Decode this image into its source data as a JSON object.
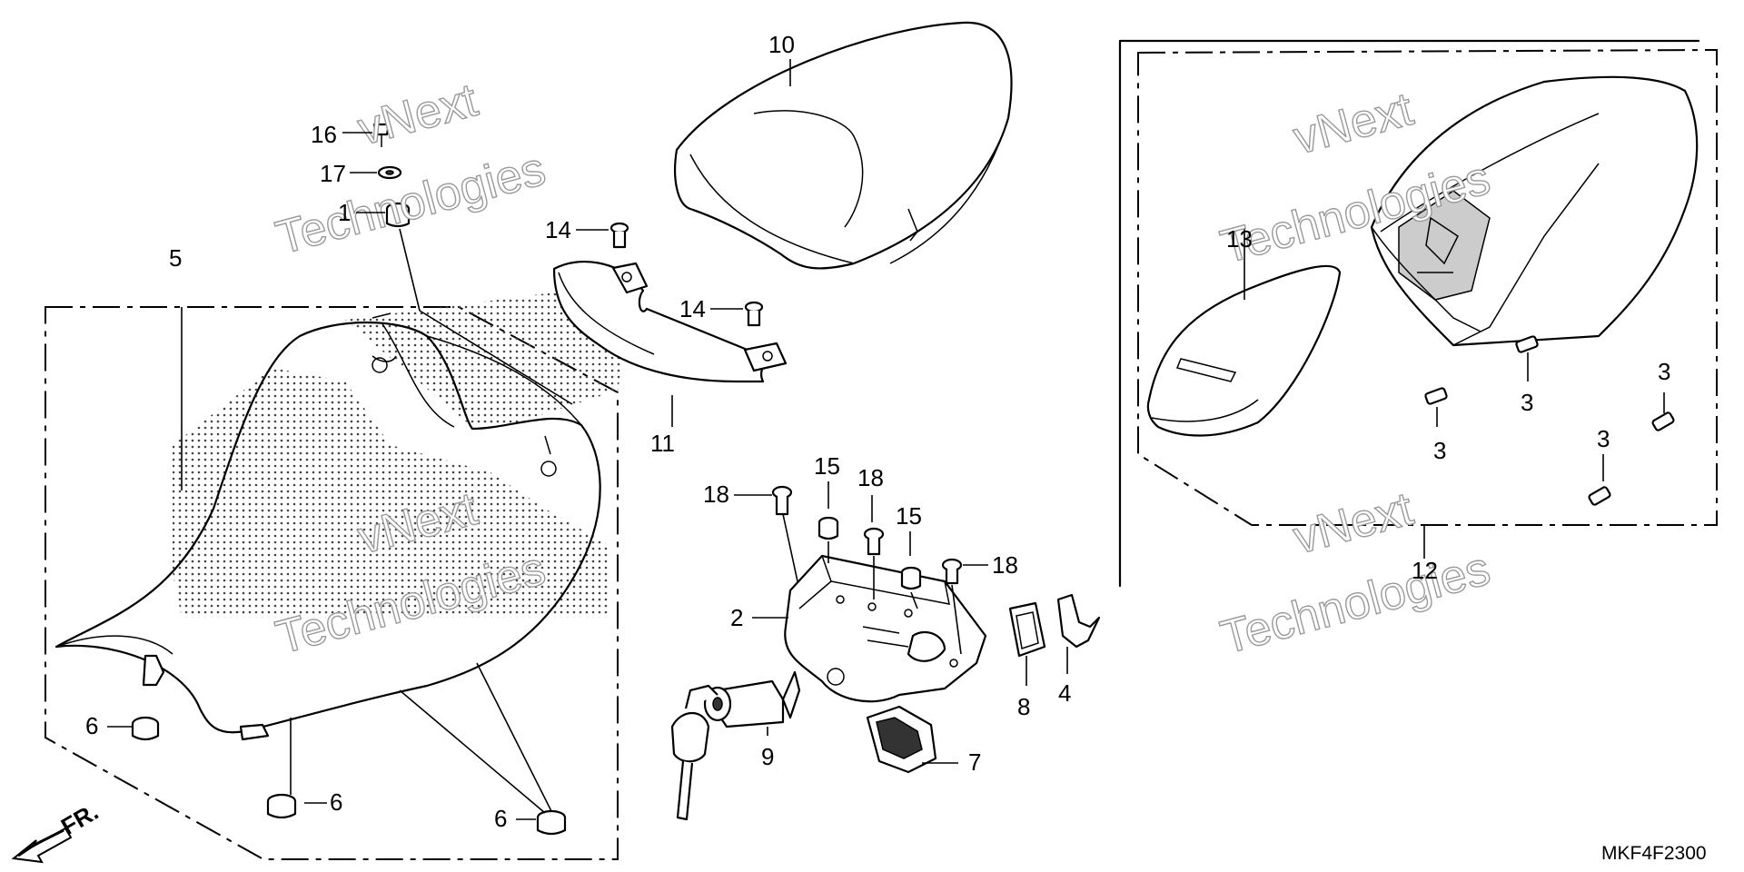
{
  "diagram": {
    "part_code": "MKF4F2300",
    "direction_label": "FR.",
    "watermark": [
      "vNext",
      "Technologies"
    ],
    "callouts": [
      {
        "id": "c16",
        "label": "16"
      },
      {
        "id": "c17",
        "label": "17"
      },
      {
        "id": "c1",
        "label": "1"
      },
      {
        "id": "c5",
        "label": "5"
      },
      {
        "id": "c6a",
        "label": "6"
      },
      {
        "id": "c6b",
        "label": "6"
      },
      {
        "id": "c6c",
        "label": "6"
      },
      {
        "id": "c10",
        "label": "10"
      },
      {
        "id": "c14a",
        "label": "14"
      },
      {
        "id": "c14b",
        "label": "14"
      },
      {
        "id": "c11",
        "label": "11"
      },
      {
        "id": "c18a",
        "label": "18"
      },
      {
        "id": "c15a",
        "label": "15"
      },
      {
        "id": "c18b",
        "label": "18"
      },
      {
        "id": "c15b",
        "label": "15"
      },
      {
        "id": "c18c",
        "label": "18"
      },
      {
        "id": "c2",
        "label": "2"
      },
      {
        "id": "c9",
        "label": "9"
      },
      {
        "id": "c7",
        "label": "7"
      },
      {
        "id": "c8",
        "label": "8"
      },
      {
        "id": "c4",
        "label": "4"
      },
      {
        "id": "c13",
        "label": "13"
      },
      {
        "id": "c12",
        "label": "12"
      },
      {
        "id": "c3a",
        "label": "3"
      },
      {
        "id": "c3b",
        "label": "3"
      },
      {
        "id": "c3c",
        "label": "3"
      },
      {
        "id": "c3d",
        "label": "3"
      }
    ]
  }
}
